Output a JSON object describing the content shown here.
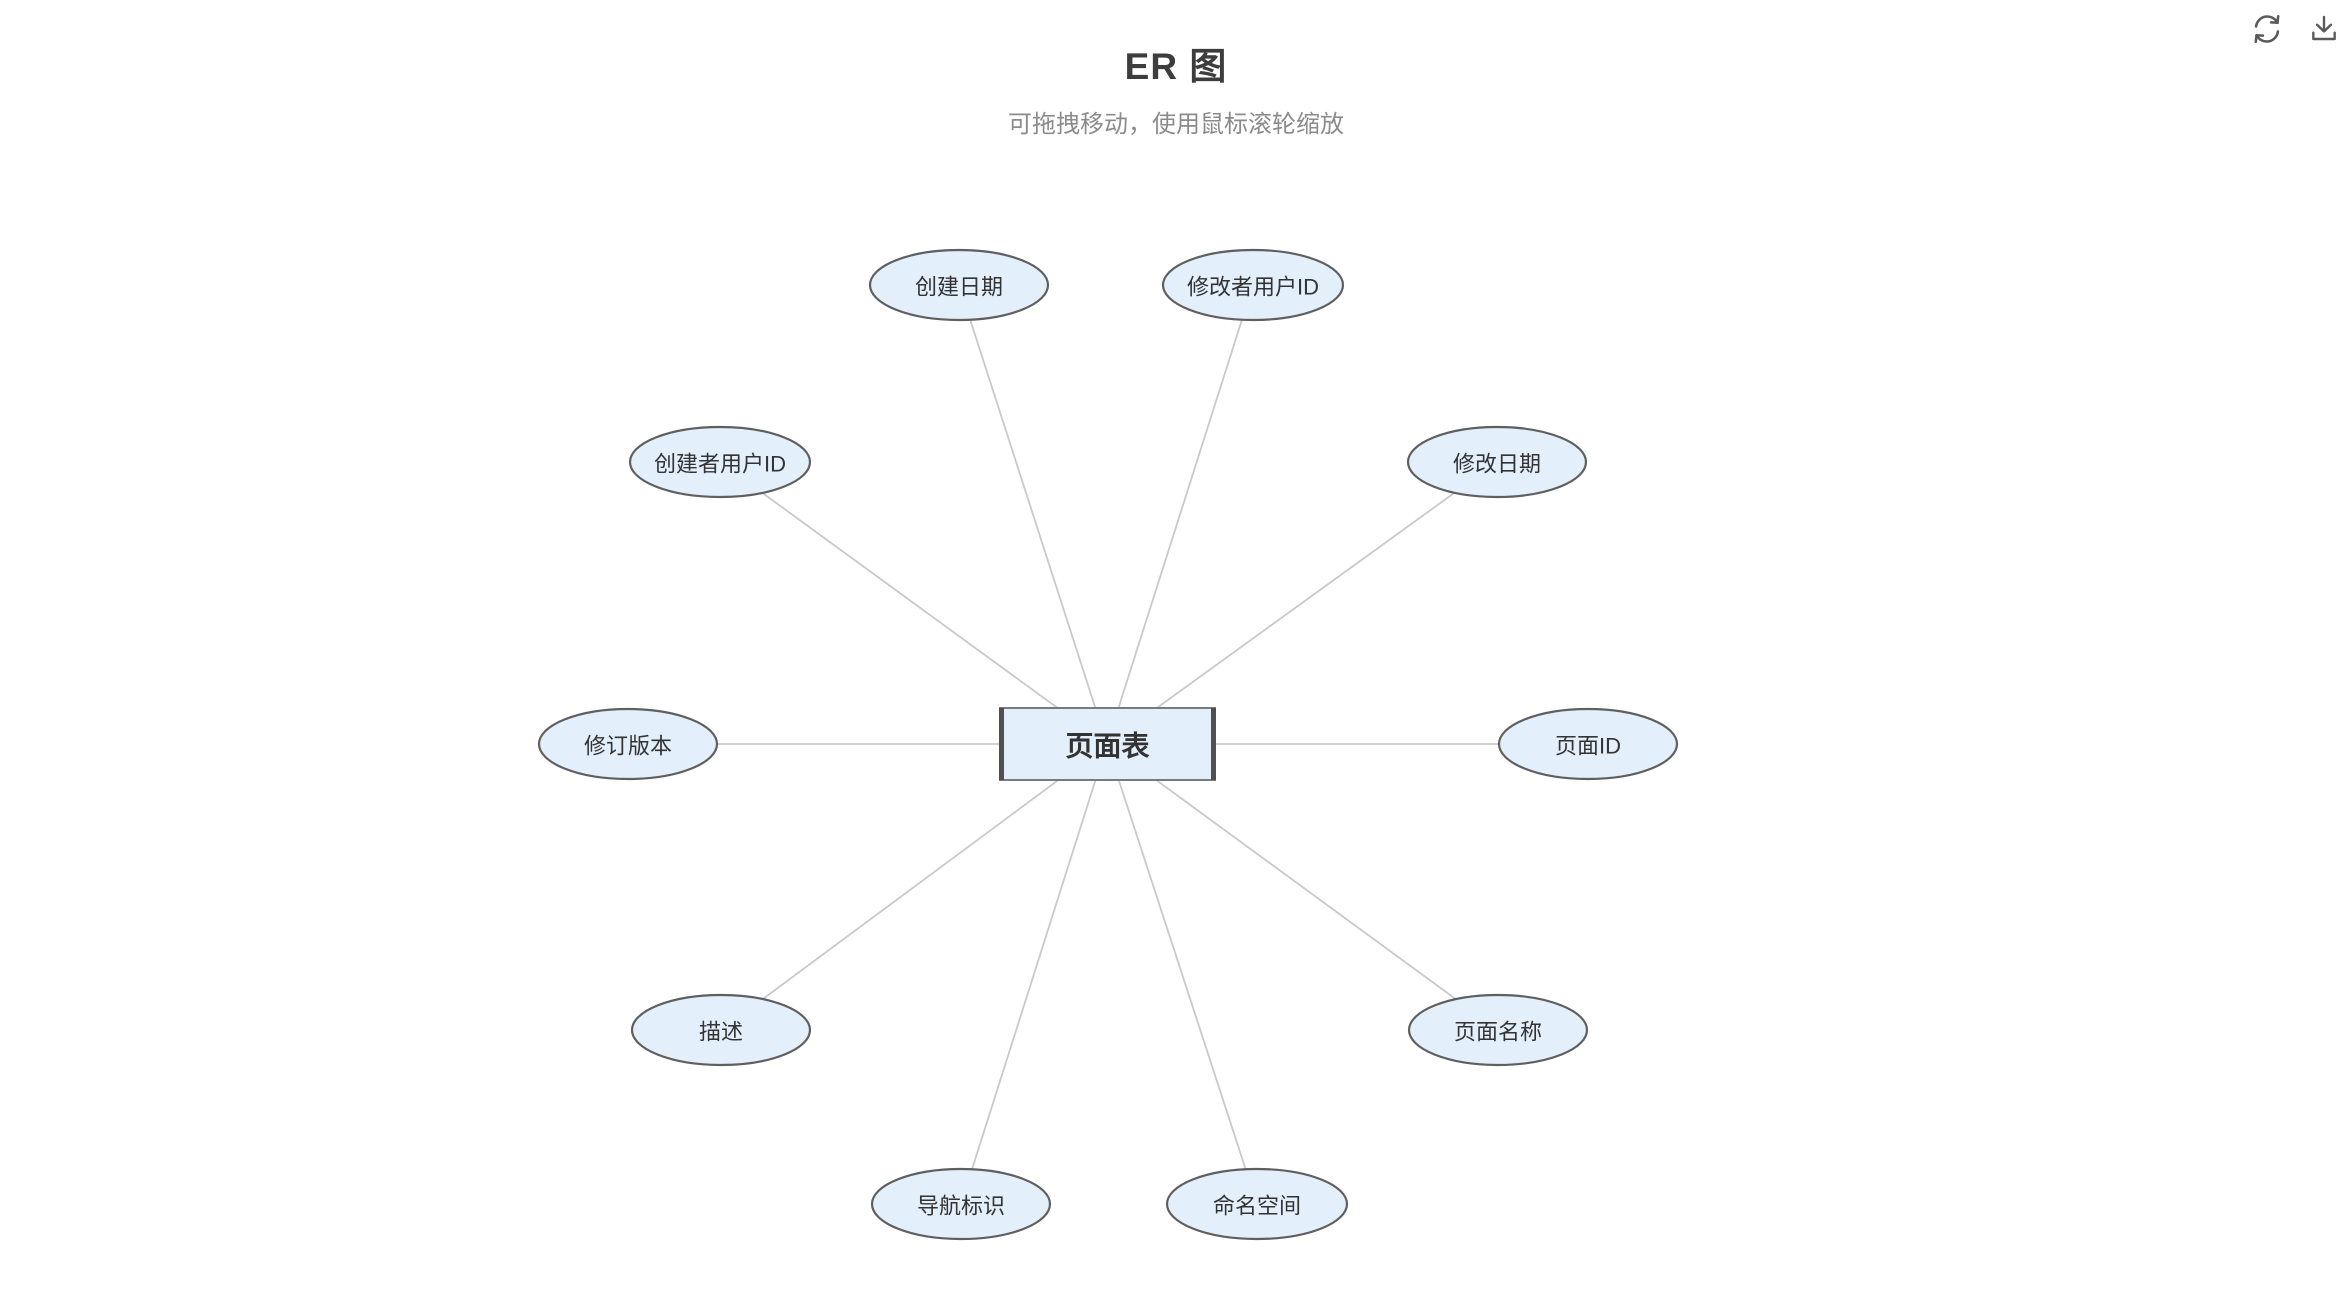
{
  "header": {
    "title": "ER 图",
    "subtitle": "可拖拽移动，使用鼠标滚轮缩放"
  },
  "toolbar": {
    "icons": [
      "refresh-icon",
      "download-icon"
    ]
  },
  "diagram": {
    "entity": {
      "label": "页面表"
    },
    "attributes": [
      {
        "label": "创建日期"
      },
      {
        "label": "修改者用户ID"
      },
      {
        "label": "修改日期"
      },
      {
        "label": "页面ID"
      },
      {
        "label": "页面名称"
      },
      {
        "label": "命名空间"
      },
      {
        "label": "导航标识"
      },
      {
        "label": "描述"
      },
      {
        "label": "修订版本"
      },
      {
        "label": "创建者用户ID"
      }
    ],
    "colors": {
      "node_fill": "#e4effc",
      "node_border": "#5f5f5f",
      "entity_fill": "#e4effc",
      "entity_border": "#7a7a7a",
      "entity_side_bar": "#4f4f4f",
      "edge_line": "#c9c9c9",
      "node_text": "#333333",
      "title_text": "#3d3d3d",
      "subtitle_text": "#8b8b8b",
      "icon": "#5a5a5a"
    }
  }
}
